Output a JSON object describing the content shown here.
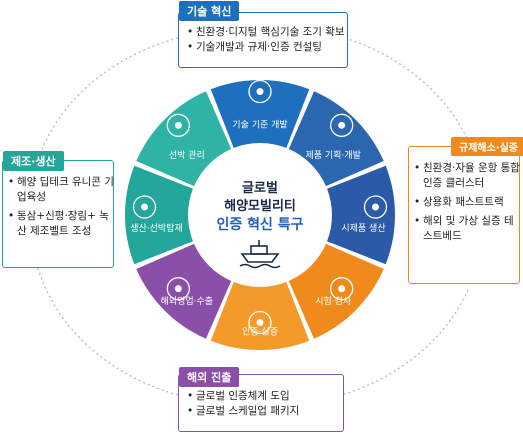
{
  "center": {
    "line1": "글로벌",
    "line2": "해양모빌리티",
    "line3": "인증 혁신 특구"
  },
  "segments": [
    {
      "label": "기술 기준 개발",
      "color": "#1f6fbf",
      "icon": "recycle-icon"
    },
    {
      "label": "제품 기획·개발",
      "color": "#2b66b0",
      "icon": "blueprint-icon"
    },
    {
      "label": "시제품 생산",
      "color": "#2b5aa8",
      "icon": "factory-icon"
    },
    {
      "label": "시험·검사",
      "color": "#f08a1c",
      "icon": "magnifier-icon"
    },
    {
      "label": "인증·실증",
      "color": "#f39a2a",
      "icon": "certificate-icon"
    },
    {
      "label": "해외영업·수출",
      "color": "#8a4fa8",
      "icon": "globe-icon"
    },
    {
      "label": "생산·선박탑재",
      "color": "#23a79a",
      "icon": "ship-crane-icon"
    },
    {
      "label": "선박 관리",
      "color": "#2fb3a4",
      "icon": "shield-gear-icon"
    }
  ],
  "boxes": {
    "tech": {
      "title": "기술 혁신",
      "color": "#1f6fbf",
      "items": [
        "친환경·디지털 핵심기술 조기 확보",
        "기술개발과 규제·인증 컨설팅"
      ]
    },
    "regulation": {
      "title": "규제해소·실증",
      "color": "#f08a1c",
      "items": [
        "친환경·자율 운항 통합인증 클러스터",
        "상용화 패스트트랙",
        "해외 및 가상 실증 테스트베드"
      ]
    },
    "overseas": {
      "title": "해외 진출",
      "color": "#8a4fa8",
      "items": [
        "글로벌 인증체계 도입",
        "글로벌 스케일업 패키지"
      ]
    },
    "manufacturing": {
      "title": "제조·생산",
      "color": "#23a79a",
      "items": [
        "해양 딥테크 유니콘 기업육성",
        "동삼+신평·장림+ 녹산 제조벨트 조성"
      ]
    }
  }
}
